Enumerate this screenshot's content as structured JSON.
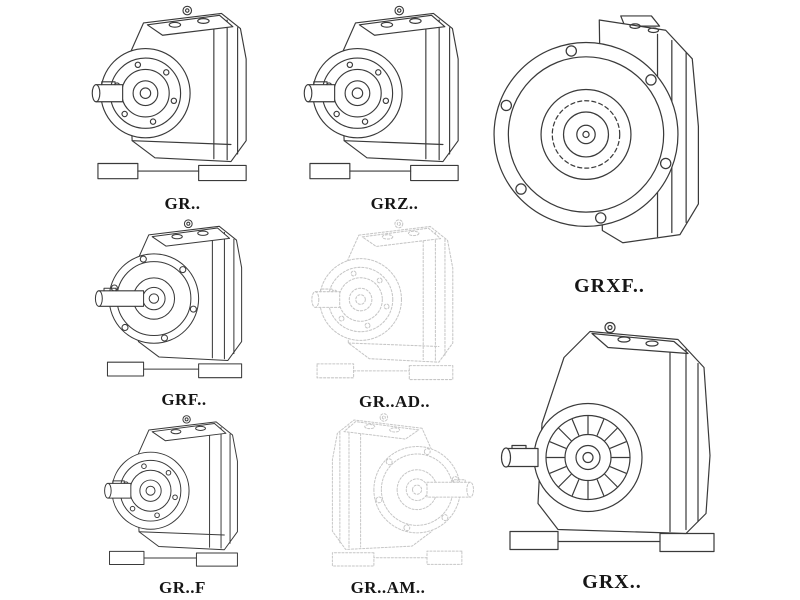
{
  "page": {
    "background": "#ffffff",
    "line_color": "#3a3a3a",
    "ghost_line_color": "#c6c6c6",
    "label_color": "#161616"
  },
  "models": [
    {
      "label": "GR..",
      "drawing": "foot-mounted-helical-gearbox"
    },
    {
      "label": "GRZ..",
      "drawing": "foot-mounted-helical-gearbox"
    },
    {
      "label": "GRXF..",
      "drawing": "flange-front-view-gearbox"
    },
    {
      "label": "GRF..",
      "drawing": "flange-mounted-helical-gearbox"
    },
    {
      "label": "GR..AD..",
      "drawing": "ghost-outline-gearbox-with-input-adapter"
    },
    {
      "label": "GR..F",
      "drawing": "foot-mounted-helical-gearbox"
    },
    {
      "label": "GR..AM..",
      "drawing": "ghost-outline-gearbox-with-motor-flange"
    },
    {
      "label": "GRX..",
      "drawing": "large-foot-mounted-helical-gearbox"
    }
  ]
}
